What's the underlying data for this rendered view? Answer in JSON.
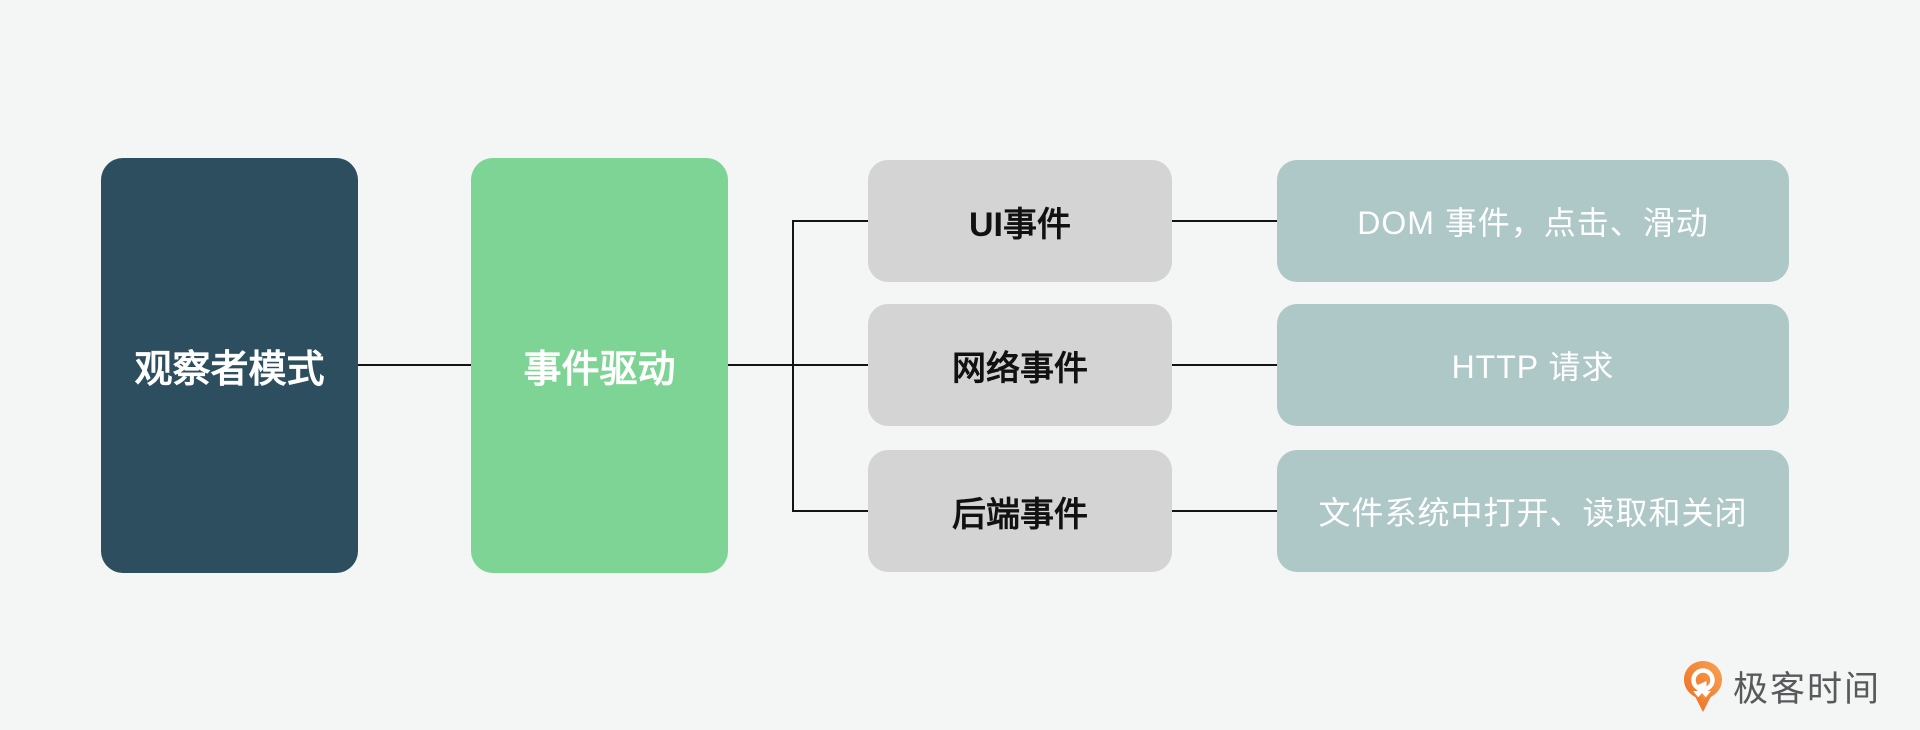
{
  "canvas": {
    "background_color": "#f4f5f5",
    "connector_color": "#141414"
  },
  "diagram": {
    "root": {
      "label": "观察者模式",
      "bg_color": "#2d4e5e",
      "text_color": "#ffffff"
    },
    "hub": {
      "label": "事件驱动",
      "bg_color": "#7ed494",
      "text_color": "#ffffff"
    },
    "categories": [
      {
        "label": "UI事件",
        "detail": "DOM 事件，点击、滑动"
      },
      {
        "label": "网络事件",
        "detail": "HTTP 请求"
      },
      {
        "label": "后端事件",
        "detail": "文件系统中打开、读取和关闭"
      }
    ],
    "category_style": {
      "bg_color": "#d4d4d4",
      "text_color": "#111111"
    },
    "detail_style": {
      "bg_color": "#aec7c7",
      "text_color": "#ffffff"
    }
  },
  "branding": {
    "logo_text": "极客时间",
    "logo_text_color": "#58595b",
    "logo_orange_dark": "#ec6a1f",
    "logo_orange_light": "#f9a350"
  }
}
